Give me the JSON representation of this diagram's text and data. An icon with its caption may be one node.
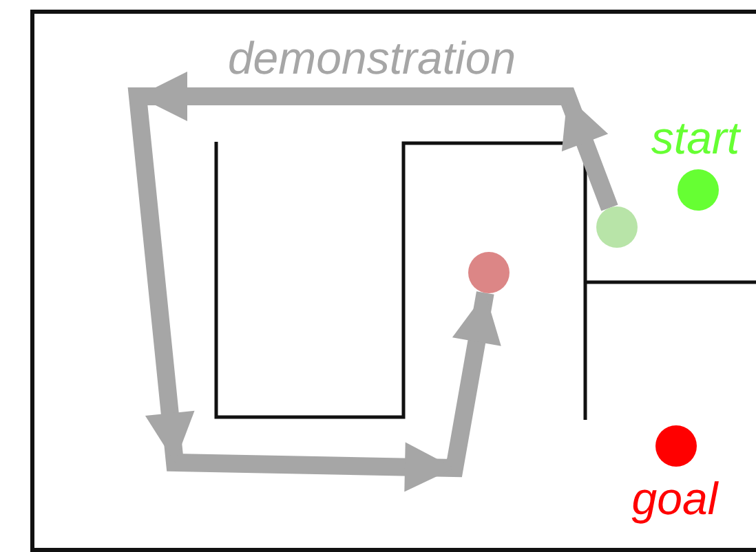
{
  "diagram": {
    "nodes": [
      {
        "text": [],
        "shape": "circle",
        "beside": [
          "start"
        ]
      },
      {
        "text": [],
        "shape": "circle"
      },
      {
        "text": [],
        "shape": "circle"
      },
      {
        "text": [],
        "shape": "circle",
        "beside": [
          "goal"
        ]
      }
    ],
    "edges": [
      {
        "from": 1,
        "to": 2,
        "arrow": "to",
        "label": "demonstration",
        "color": "#a6a6a6"
      }
    ]
  }
}
